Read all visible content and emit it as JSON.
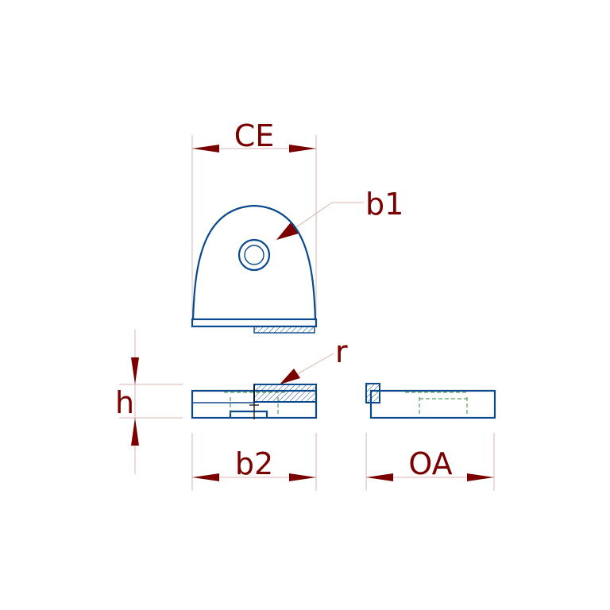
{
  "labels": {
    "ce": "CE",
    "b1": "b1",
    "r": "r",
    "h": "h",
    "b2": "b2",
    "oa": "OA"
  },
  "colors": {
    "dimension": "#7a0000",
    "outline": "#0b4a8c",
    "hidden": "#2e8b3a",
    "extension": "#d8b4b4",
    "hatch": "#0b4a8c"
  }
}
